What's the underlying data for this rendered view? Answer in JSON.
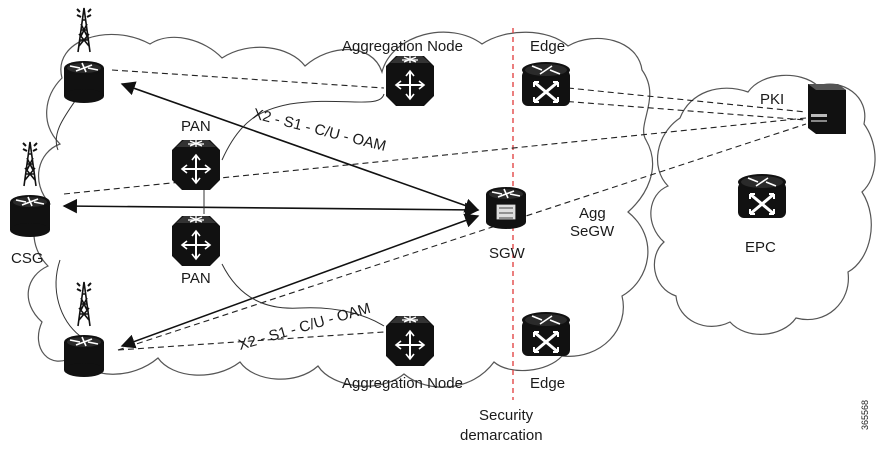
{
  "labels": {
    "aggregation_node_top": "Aggregation Node",
    "edge_top": "Edge",
    "pki": "PKI",
    "pan_top": "PAN",
    "csg": "CSG",
    "pan_bottom": "PAN",
    "sgw": "SGW",
    "agg_line1": "Agg",
    "agg_line2": "SeGW",
    "epc": "EPC",
    "aggregation_node_bottom": "Aggregation Node",
    "edge_bottom": "Edge",
    "security_line1": "Security",
    "security_line2": "demarcation",
    "figure_id": "365568"
  },
  "protocol_labels": {
    "top": "X2 - S1 - C/U - OAM",
    "bottom": "X2 - S1 - C/U - OAM"
  },
  "colors": {
    "device_fill": "#111111",
    "cloud_stroke": "#555555",
    "demarcation_line": "#e03a3a"
  }
}
